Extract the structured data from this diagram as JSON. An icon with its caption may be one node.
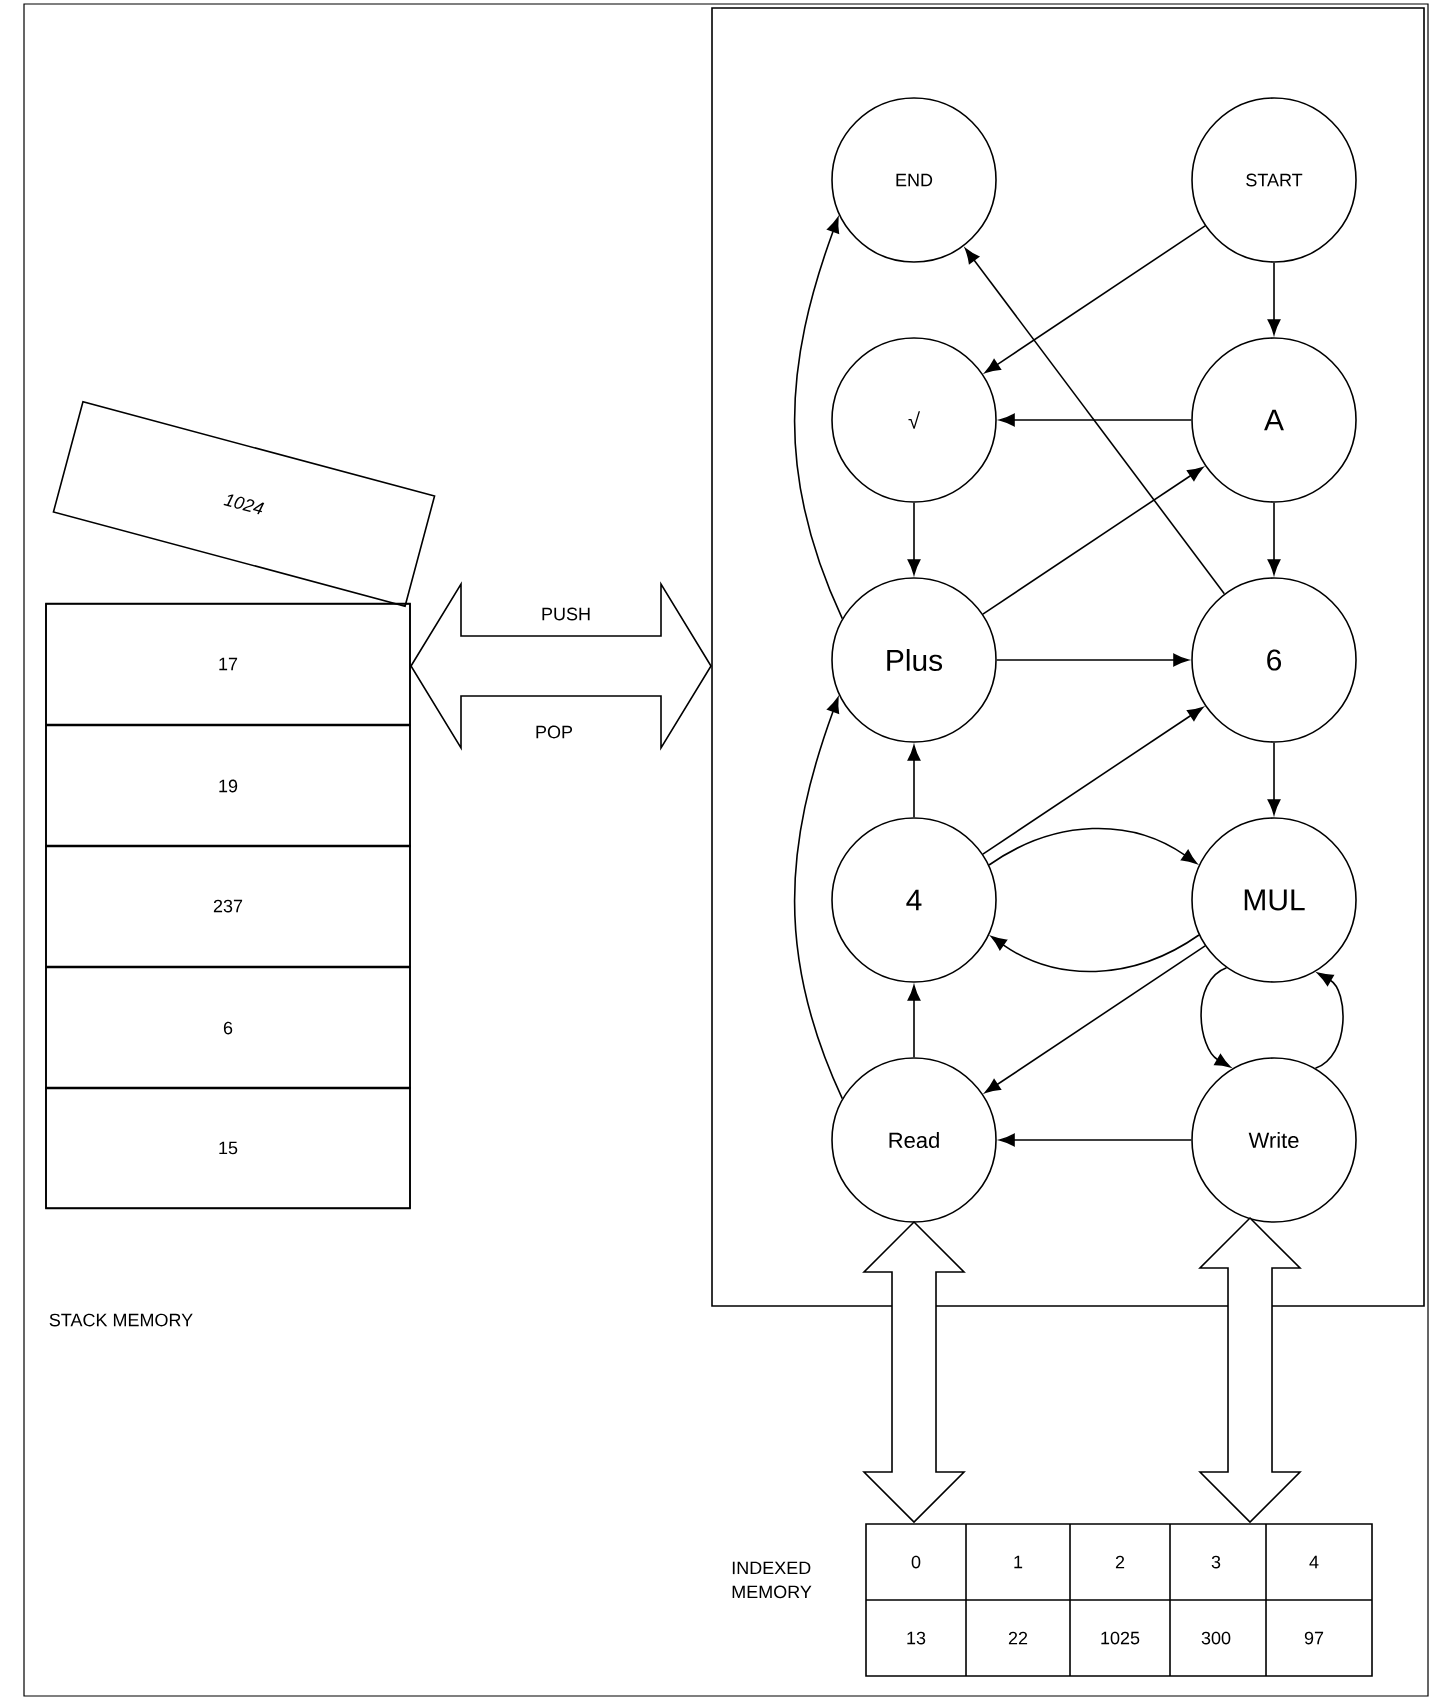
{
  "diagram": {
    "nodes": [
      {
        "text": [],
        "shape": "box"
      },
      {
        "text": [
          "END"
        ],
        "in": 0
      },
      {
        "text": [
          "START"
        ],
        "in": 0
      },
      {
        "text": [
          "√"
        ],
        "in": 0
      },
      {
        "text": [
          "A"
        ],
        "in": 0
      },
      {
        "text": [
          "Plus"
        ],
        "in": 0
      },
      {
        "text": [
          "6"
        ],
        "in": 0
      },
      {
        "text": [
          "4"
        ],
        "in": 0
      },
      {
        "text": [
          "MUL"
        ],
        "in": 0
      },
      {
        "text": [
          "Read"
        ],
        "in": 0
      },
      {
        "text": [
          "Write"
        ],
        "in": 0
      },
      {
        "text": [
          "1024"
        ]
      },
      {
        "text": [],
        "shape": "box"
      },
      {
        "text": [
          "17"
        ],
        "in": 12
      },
      {
        "text": [
          "19"
        ],
        "in": 12
      },
      {
        "text": [
          "237"
        ],
        "in": 12
      },
      {
        "text": [
          "6"
        ],
        "in": 12
      },
      {
        "text": [
          "15"
        ],
        "in": 12
      },
      {
        "text": [
          "INDEXED MEMORY"
        ]
      }
    ],
    "edges": [
      {
        "from": 2,
        "to": 3,
        "arrow": "to"
      },
      {
        "from": 2,
        "to": 4,
        "arrow": "to"
      },
      {
        "from": 4,
        "to": 3,
        "arrow": "to"
      },
      {
        "from": 3,
        "to": 5,
        "arrow": "to"
      },
      {
        "from": 4,
        "to": 6,
        "arrow": "to"
      },
      {
        "from": 5,
        "to": 6,
        "arrow": "to"
      },
      {
        "from": 5,
        "to": 4,
        "arrow": "to"
      },
      {
        "from": 6,
        "to": 1,
        "arrow": "to"
      },
      {
        "from": 5,
        "to": 1,
        "arrow": "to"
      },
      {
        "from": 9,
        "to": 5,
        "arrow": "to"
      },
      {
        "from": 9,
        "to": 7,
        "arrow": "to"
      },
      {
        "from": 7,
        "to": 5,
        "arrow": "to"
      },
      {
        "from": 7,
        "to": 6,
        "arrow": "to"
      },
      {
        "from": 7,
        "to": 8,
        "arrow": "to"
      },
      {
        "from": 8,
        "to": 7,
        "arrow": "to"
      },
      {
        "from": 6,
        "to": 8,
        "arrow": "to"
      },
      {
        "from": 8,
        "to": 9,
        "arrow": "to"
      },
      {
        "from": 10,
        "to": 9,
        "arrow": "to"
      },
      {
        "from": 8,
        "to": 10,
        "arrow": "to"
      },
      {
        "from": 10,
        "to": 8,
        "arrow": "to"
      },
      {
        "from": 12,
        "to": 0,
        "arrow": "both",
        "label": "PUSH"
      },
      {
        "from": 9,
        "to": 18,
        "arrow": "both"
      },
      {
        "from": 10,
        "to": 18,
        "arrow": "both"
      }
    ],
    "labels": [
      "STACK MEMORY",
      "POP",
      "0",
      "1",
      "2",
      "3",
      "4",
      "13",
      "22",
      "1025",
      "300",
      "97"
    ]
  }
}
